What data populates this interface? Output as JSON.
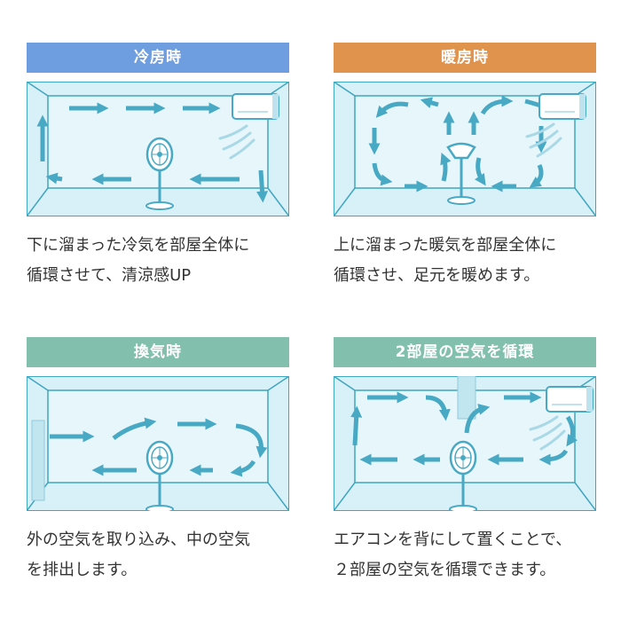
{
  "colors": {
    "cooling": "#6f9ee0",
    "heating": "#e0934c",
    "ventilation": "#82bfac",
    "circulation": "#82bfac",
    "room_fill": "#d8f0f7",
    "room_stroke": "#3fa6bf",
    "arrow": "#48a9c5"
  },
  "panels": [
    {
      "title": "冷房時",
      "caption_line1": "下に溜まった冷気を部屋全体に",
      "caption_line2": "循環させて、清涼感UP"
    },
    {
      "title": "暖房時",
      "caption_line1": "上に溜まった暖気を部屋全体に",
      "caption_line2": "循環させ、足元を暖めます。"
    },
    {
      "title": "換気時",
      "caption_line1": "外の空気を取り込み、中の空気",
      "caption_line2": "を排出します。"
    },
    {
      "title": "2部屋の空気を循環",
      "caption_line1": "エアコンを背にして置くことで、",
      "caption_line2": "２部屋の空気を循環できます。"
    }
  ]
}
